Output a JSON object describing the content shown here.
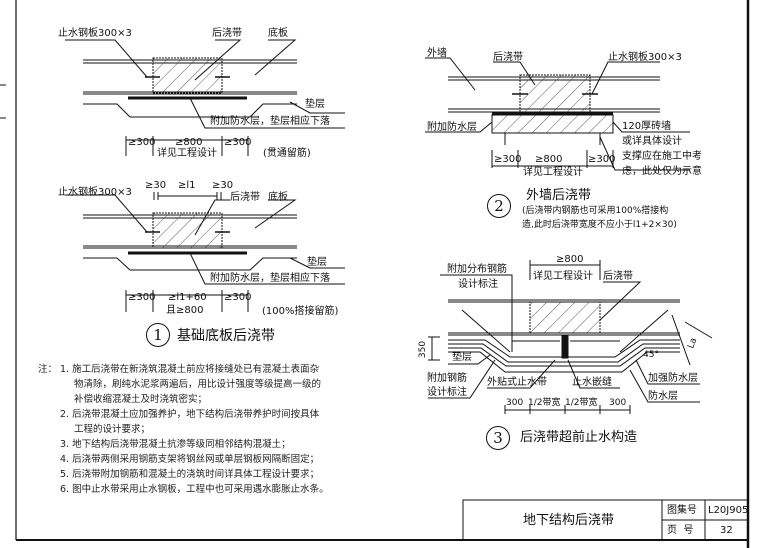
{
  "sheet": {
    "title": "地下结构后浇带",
    "atlas_label": "图集号",
    "atlas_no": "L20J905",
    "page_label": "页  号",
    "page_no": "32"
  },
  "detail1": {
    "index": "1",
    "title": "基础底板后浇带",
    "a": {
      "steel_plate": "止水钢板300×3",
      "band": "后浇带",
      "slab": "底板",
      "cushion": "垫层",
      "waterproof": "附加防水层，垫层相应下落",
      "dim_left": "≥300",
      "dim_mid": "≥800",
      "dim_right": "≥300",
      "dim_note": "详见工程设计",
      "rebar_note": "(贯通留筋)"
    },
    "b": {
      "steel_plate": "止水钢板300×3",
      "top_left": "≥30",
      "top_mid": "≥l1",
      "top_right": "≥30",
      "band": "后浇带",
      "slab": "底板",
      "cushion": "垫层",
      "waterproof": "附加防水层，垫层相应下落",
      "dim_left": "≥300",
      "dim_mid": "≥l1+60",
      "dim_right": "≥300",
      "dim_note": "且≥800",
      "rebar_note": "(100%搭接留筋)"
    }
  },
  "detail2": {
    "index": "2",
    "title": "外墙后浇带",
    "subtitle_1": "(后浇带内钢筋也可采用100%搭接构",
    "subtitle_2": "造,此时后浇带宽度不应小于l1+2×30)",
    "outer_wall": "外墙",
    "band": "后浇带",
    "steel_plate": "止水钢板300×3",
    "waterproof": "附加防水层",
    "brick_1": "120厚砖墙",
    "brick_2": "或详具体设计",
    "support_1": "支撑应在施工中考",
    "support_2": "虑，此处仅为示意",
    "dim_left": "≥300",
    "dim_mid": "≥800",
    "dim_right": "≥300",
    "dim_note": "详见工程设计"
  },
  "detail3": {
    "index": "3",
    "title": "后浇带超前止水构造",
    "dim_top": "≥800",
    "dim_top_note": "详见工程设计",
    "band": "后浇带",
    "dist_rebar_1": "附加分布钢筋",
    "dist_rebar_2": "设计标注",
    "depth": "350",
    "cushion": "垫层",
    "add_rebar_1": "附加钢筋",
    "add_rebar_2": "设计标注",
    "ext_waterstop": "外贴式止水带",
    "joint_seal": "止水嵌缝",
    "reinforced_wp": "加强防水层",
    "wp": "防水层",
    "angle": "45°",
    "la": "La",
    "dims": [
      "300",
      "1/2带宽",
      "1/2带宽",
      "300"
    ]
  },
  "notes": {
    "label": "注：",
    "lines": [
      "1. 施工后浇带在新浇筑混凝土前应将接缝处已有混凝土表面杂",
      "物清除，刷纯水泥浆两遍后，用比设计强度等级提高一级的",
      "补偿收缩混凝土及时浇筑密实；",
      "2. 后浇带混凝土应加强养护，地下结构后浇带养护时间按具体",
      "工程的设计要求；",
      "3. 地下结构后浇带混凝土抗渗等级同相邻结构混凝土；",
      "4. 后浇带两侧采用钢筋支架将钢丝网或单层钢板网隔断固定；",
      "5. 后浇带附加钢筋和混凝土的浇筑时间详具体工程设计要求；",
      "6. 图中止水带采用止水钢板，工程中也可采用遇水膨胀止水条。"
    ]
  }
}
